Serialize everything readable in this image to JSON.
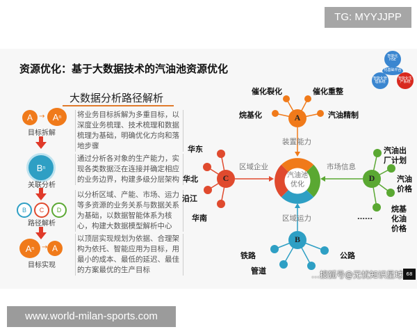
{
  "badge": "TG: MYYJJPP",
  "footer": "www.world-milan-sports.com",
  "title": "资源优化：基于大数据技术的汽油池资源优化",
  "subtitle": "大数据分析路径解析",
  "steps": [
    {
      "label": "目标拆解",
      "glyphs": [
        "A",
        "A",
        "n"
      ],
      "text": "将业务目标拆解为多重目标，以深度业务梳理、技术梳理和数据梳理为基础，明确优化方向和落地步骤"
    },
    {
      "label": "关联分析",
      "glyphs": [
        "B",
        "n"
      ],
      "text": "通过分析各对象的生产能力，实现各类数据泛在连接并确定相应的业务边界，构建多级分层架构"
    },
    {
      "label": "路径解析",
      "glyphs": [
        "B",
        "C",
        "D"
      ],
      "text": "以分析区域、产能、市场、运力等多资源的业务关系与数据关系为基础，以数据智能体系为核心，构建大数据模型解析中心"
    },
    {
      "label": "目标实现",
      "glyphs": [
        "A",
        "n",
        "A"
      ],
      "text": "以顶层实现规划为依据、合理架构为依托、智能应用为目标，用最小的成本、最低的延迟、最佳的方案最优的生产目标"
    }
  ],
  "network": {
    "center": "汽油池优化",
    "colors": {
      "A": "#f07a1a",
      "B": "#2e9fc4",
      "C": "#e04a2e",
      "D": "#5aa832"
    },
    "A": {
      "glyph": "A",
      "edge_label": "装置能力",
      "leaves": [
        "催化裂化",
        "催化重整",
        "烷基化",
        "汽油精制"
      ]
    },
    "C": {
      "glyph": "C",
      "edge_label": "区域企业",
      "leaves": [
        "华东",
        "华北",
        "沿江",
        "华南"
      ]
    },
    "D": {
      "glyph": "D",
      "edge_label": "市场信息",
      "leaves": [
        "汽油出厂计划",
        "汽油价格",
        "烷基化油价格",
        "……"
      ]
    },
    "B": {
      "glyph": "B",
      "edge_label": "区域运力",
      "leaves": [
        "铁路",
        "管道",
        "公路"
      ]
    }
  },
  "mini_diagram": [
    "智能化HSE",
    "化基础平台",
    "智能化管理系统",
    "智能化生产系统"
  ],
  "watermark": "…搜狐号@无忧知识星球",
  "page_number": "68"
}
